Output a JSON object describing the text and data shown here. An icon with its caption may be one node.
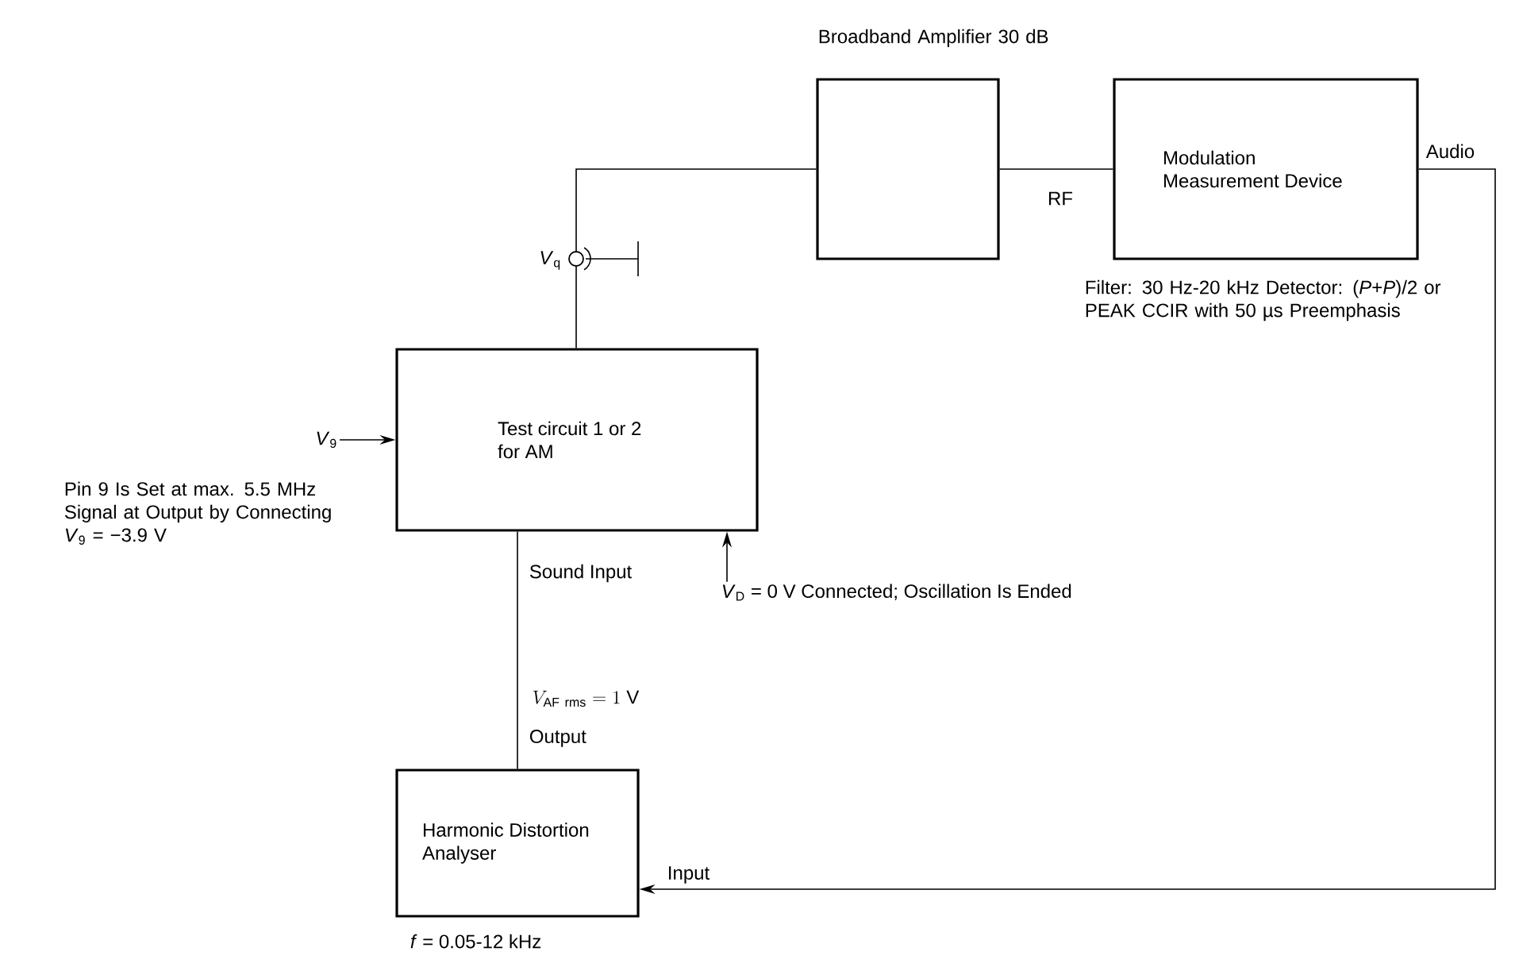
{
  "diagram": {
    "nodes": [
      {
        "text": [
          "Test circuit 1 or 2 for AM"
        ]
      },
      {
        "text": [
          "Broadband Amplifier 30 dB"
        ]
      },
      {
        "text": [
          "Modulation Measurement Device"
        ],
        "beside": [
          "Filter: 30 Hz-20 kHz Detector: (*P*+*P*)/2 or PEAK CCIR with 50 µs Preemphasis"
        ]
      },
      {
        "text": [
          "Harmonic Distortion Analyser"
        ],
        "beside": [
          "*f* = 0.05-12 kHz"
        ]
      },
      {
        "text": [],
        "shape": "circle",
        "beside": [
          "*V*$_{q}$"
        ]
      },
      {
        "text": [
          "*V*$_{9}$"
        ]
      },
      {
        "text": [
          "*V*$_{D}$ = 0 V Connected; Oscillation Is Ended"
        ]
      }
    ],
    "edges": [
      {
        "from": 0,
        "to": 4,
        "arrow": "none"
      },
      {
        "from": 4,
        "to": 1,
        "arrow": "none"
      },
      {
        "from": 1,
        "to": 2,
        "arrow": "none",
        "label": "RF"
      },
      {
        "from": 2,
        "to": 3,
        "arrow": "to"
      },
      {
        "from": 3,
        "to": 0,
        "arrow": "none",
        "label": "V_{\\mathrm{AF\\ rms}} = 1\\ \\mathrm{V}"
      },
      {
        "from": 5,
        "to": 0,
        "arrow": "to"
      },
      {
        "from": 6,
        "to": 0,
        "arrow": "to"
      }
    ],
    "labels": [
      "Audio",
      "Pin 9 Is Set at max. 5.5 MHz Signal at Output by Connecting *V*$_{9}$ = −3.9 V",
      "Sound Input",
      "Output",
      "Input"
    ]
  }
}
